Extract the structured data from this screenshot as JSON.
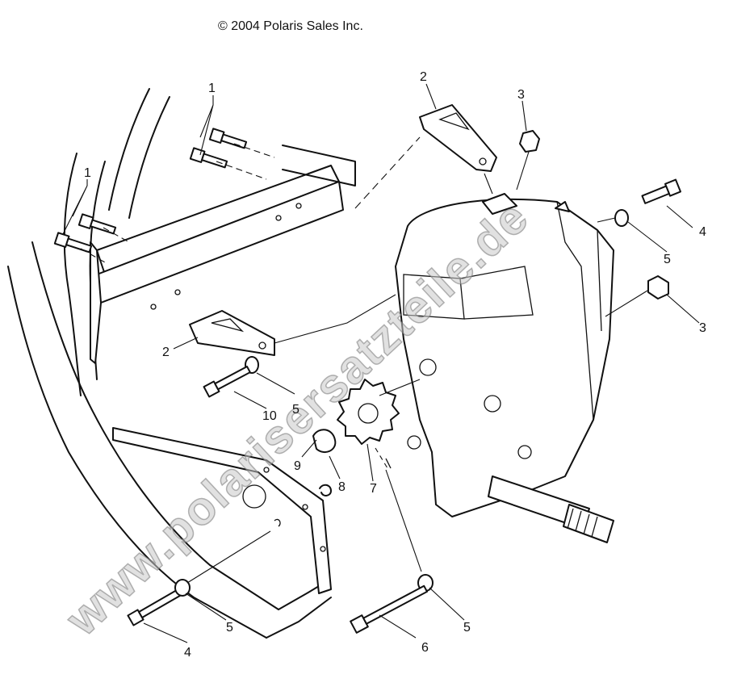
{
  "copyright": "© 2004 Polaris Sales Inc.",
  "watermark": "www.polarisersatzteile.de",
  "callouts": {
    "c1a": "1",
    "c1b": "1",
    "c2a": "2",
    "c2b": "2",
    "c3a": "3",
    "c3b": "3",
    "c4a": "4",
    "c4b": "4",
    "c5a": "5",
    "c5b": "5",
    "c5c": "5",
    "c5d": "5",
    "c6": "6",
    "c7": "7",
    "c8": "8",
    "c9": "9",
    "c10": "10"
  }
}
